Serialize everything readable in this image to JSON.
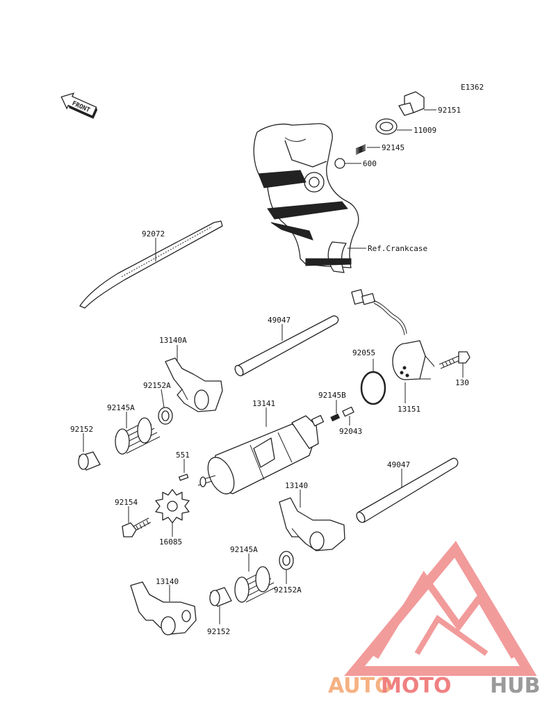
{
  "diagram_code": "E1362",
  "front_label": "FRONT",
  "ref_label": "Ref.Crankcase",
  "parts": [
    {
      "id": "p1",
      "number": "92151"
    },
    {
      "id": "p2",
      "number": "11009"
    },
    {
      "id": "p3",
      "number": "92145"
    },
    {
      "id": "p4",
      "number": "600"
    },
    {
      "id": "p5",
      "number": "92072"
    },
    {
      "id": "p6",
      "number": "49047"
    },
    {
      "id": "p7",
      "number": "13140A"
    },
    {
      "id": "p8",
      "number": "92152A"
    },
    {
      "id": "p9",
      "number": "92145A"
    },
    {
      "id": "p10",
      "number": "92152"
    },
    {
      "id": "p11",
      "number": "92055"
    },
    {
      "id": "p12",
      "number": "130"
    },
    {
      "id": "p13",
      "number": "13151"
    },
    {
      "id": "p14",
      "number": "92145B"
    },
    {
      "id": "p15",
      "number": "92043"
    },
    {
      "id": "p16",
      "number": "13141"
    },
    {
      "id": "p17",
      "number": "551"
    },
    {
      "id": "p18",
      "number": "49047"
    },
    {
      "id": "p19",
      "number": "13140"
    },
    {
      "id": "p20",
      "number": "92154"
    },
    {
      "id": "p21",
      "number": "16085"
    },
    {
      "id": "p22",
      "number": "92145A"
    },
    {
      "id": "p23",
      "number": "92152A"
    },
    {
      "id": "p24",
      "number": "13140"
    },
    {
      "id": "p25",
      "number": "92152"
    }
  ],
  "watermark": {
    "part1": "AUTO",
    "part2": "MOTO",
    "part3": "HUB",
    "color1": "#f5b183",
    "color2": "#f08080",
    "color3": "#9a9a9a"
  }
}
